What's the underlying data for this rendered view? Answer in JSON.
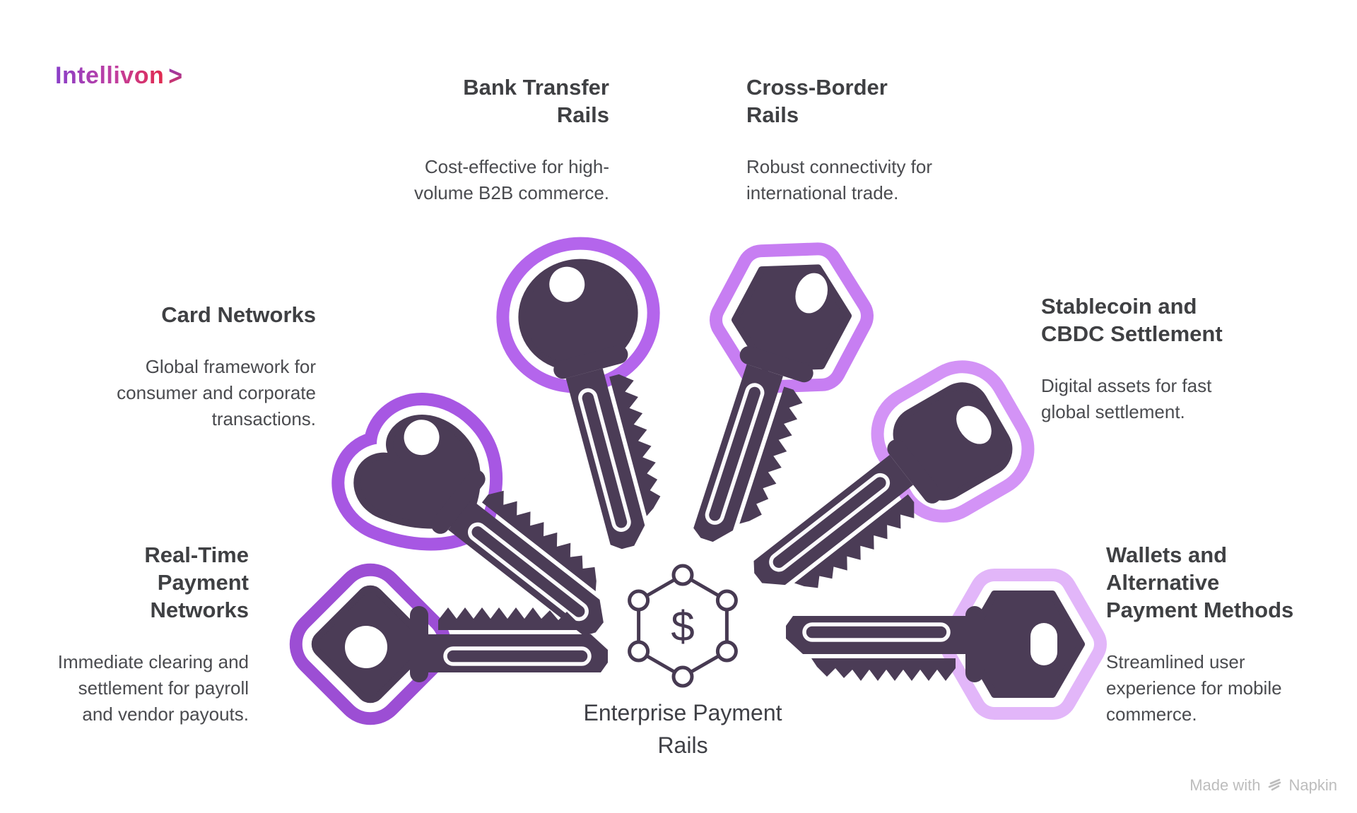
{
  "logo": {
    "text": "Intellivon",
    "chevron": ">"
  },
  "items": [
    {
      "id": "bank-transfer-rails",
      "title": "Bank Transfer\nRails",
      "description": "Cost-effective for high-\nvolume B2B commerce."
    },
    {
      "id": "cross-border-rails",
      "title": "Cross-Border\nRails",
      "description": "Robust connectivity for\ninternational trade."
    },
    {
      "id": "card-networks",
      "title": "Card Networks",
      "description": "Global framework for\nconsumer and corporate\ntransactions."
    },
    {
      "id": "stablecoin-cbdc-settlement",
      "title": "Stablecoin and\nCBDC Settlement",
      "description": "Digital assets for fast\nglobal settlement."
    },
    {
      "id": "real-time-payment-networks",
      "title": "Real-Time\nPayment\nNetworks",
      "description": "Immediate clearing and\nsettlement for payroll\nand vendor payouts."
    },
    {
      "id": "wallets-alternative-payment-methods",
      "title": "Wallets and\nAlternative\nPayment Methods",
      "description": "Streamlined user\nexperience for mobile\ncommerce."
    }
  ],
  "center": {
    "title": "Enterprise Payment\nRails",
    "symbol": "$"
  },
  "footer": {
    "made_with": "Made with",
    "brand": "Napkin"
  },
  "colors": {
    "key_body": "#4B3C56",
    "center_icon": "#473A52",
    "key_outlines": {
      "bank_transfer": "#B465EC",
      "cross_border": "#C77EF2",
      "card_networks": "#A757E3",
      "stablecoin": "#D393F6",
      "realtime": "#9C4ED4",
      "wallets": "#E2B6F9"
    },
    "heading_text": "#3F4043",
    "body_text": "#4A4B4F",
    "footer_text": "#BDBDBD",
    "logo_gradient_start": "#8A3FC9",
    "logo_gradient_end": "#E22A4D"
  }
}
